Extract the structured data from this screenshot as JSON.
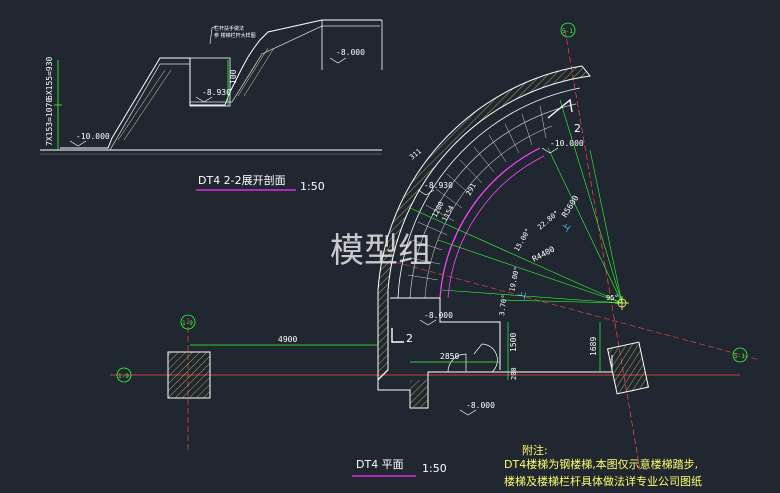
{
  "section": {
    "title": "DT4  2-2展开剖面",
    "scale": "1:50",
    "height_labels": [
      "7X153=1070",
      "6X155=930"
    ],
    "level_labels": [
      "-10.000",
      "-8.930",
      "-8.000"
    ],
    "dim_100": "100",
    "note_line1": "栏杆扶手做法",
    "note_line2": "参 楼梯栏杆大样图"
  },
  "plan": {
    "title": "DT4  平面",
    "scale": "1:50",
    "dims": [
      "4900",
      "2850",
      "1500",
      "1689",
      "200"
    ],
    "levels": [
      "-8.000",
      "-8.000",
      "-8.930",
      "-10.000"
    ],
    "radii": [
      "R5600",
      "R4400"
    ],
    "angles": [
      "22.80°",
      "15.00°",
      "19.00°",
      "3.70°",
      "95°"
    ],
    "steps": [
      "1200",
      "1154",
      "291",
      "311"
    ],
    "up_labels": [
      "上",
      "上"
    ],
    "axes": [
      "1-9",
      "1-9",
      "5-1",
      "5-1"
    ],
    "section_mark": "2"
  },
  "watermark": "模型组",
  "notes": {
    "heading": "附注:",
    "line1": "DT4楼梯为钢楼梯,本图仅示意楼梯踏步,",
    "line2": "楼梯及楼梯栏杆具体做法详专业公司图纸"
  }
}
